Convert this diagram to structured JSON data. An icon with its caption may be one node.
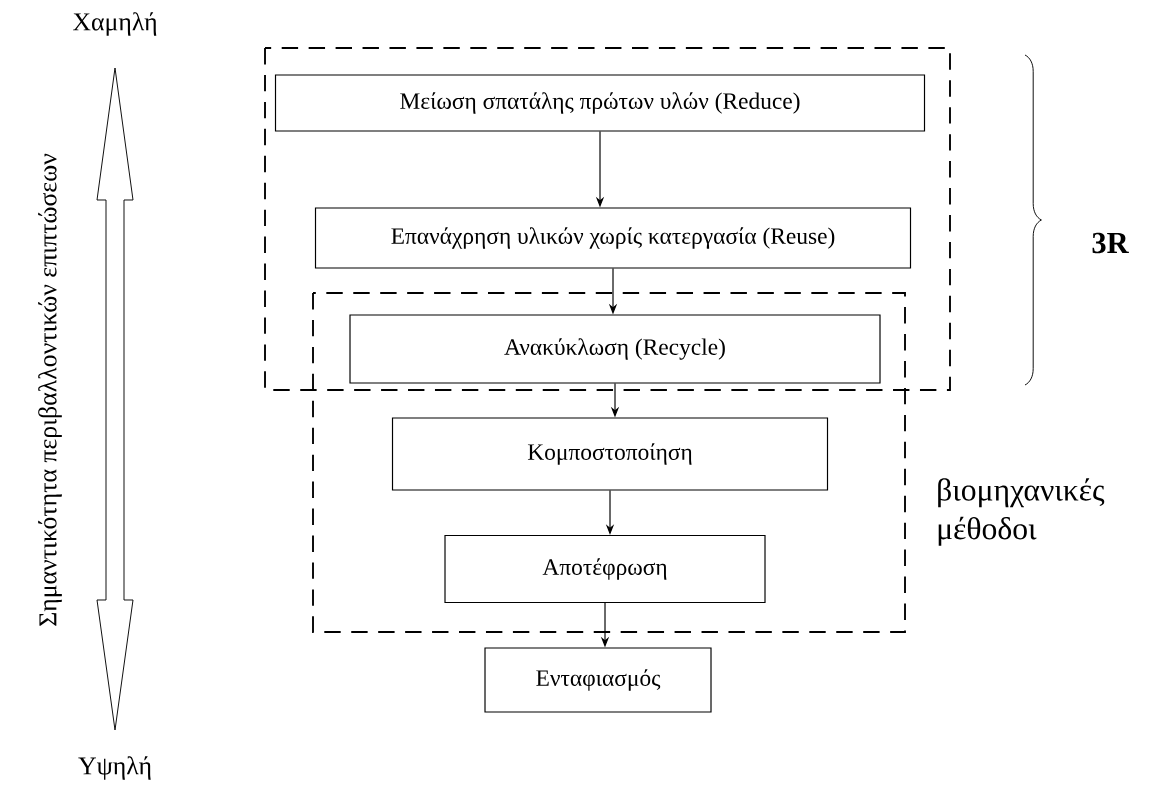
{
  "diagram": {
    "nodes": [
      {
        "text": [
          "Μείωση σπατάλης πρώτων υλών (Reduce)"
        ]
      },
      {
        "text": [
          "Επανάχρηση υλικών χωρίς κατεργασία (Reuse)"
        ]
      },
      {
        "text": [
          "Ανακύκλωση (Recycle)"
        ]
      },
      {
        "text": [
          "Κομποστοποίηση"
        ]
      },
      {
        "text": [
          "Αποτέφρωση"
        ]
      },
      {
        "text": [
          "Ενταφιασμός"
        ]
      }
    ],
    "edges": [
      {
        "from": 0,
        "to": 1,
        "arrow": "to"
      },
      {
        "from": 1,
        "to": 2,
        "arrow": "to"
      },
      {
        "from": 2,
        "to": 3,
        "arrow": "to"
      },
      {
        "from": 3,
        "to": 4,
        "arrow": "to"
      },
      {
        "from": 4,
        "to": 5,
        "arrow": "to"
      }
    ],
    "labels": [
      "Χαμηλή",
      "Σημαντικότητα περιβαλλοντικών επιπτώσεων",
      "3R",
      "βιομηχανικές μέθοδοι",
      "Υψηλή"
    ]
  }
}
